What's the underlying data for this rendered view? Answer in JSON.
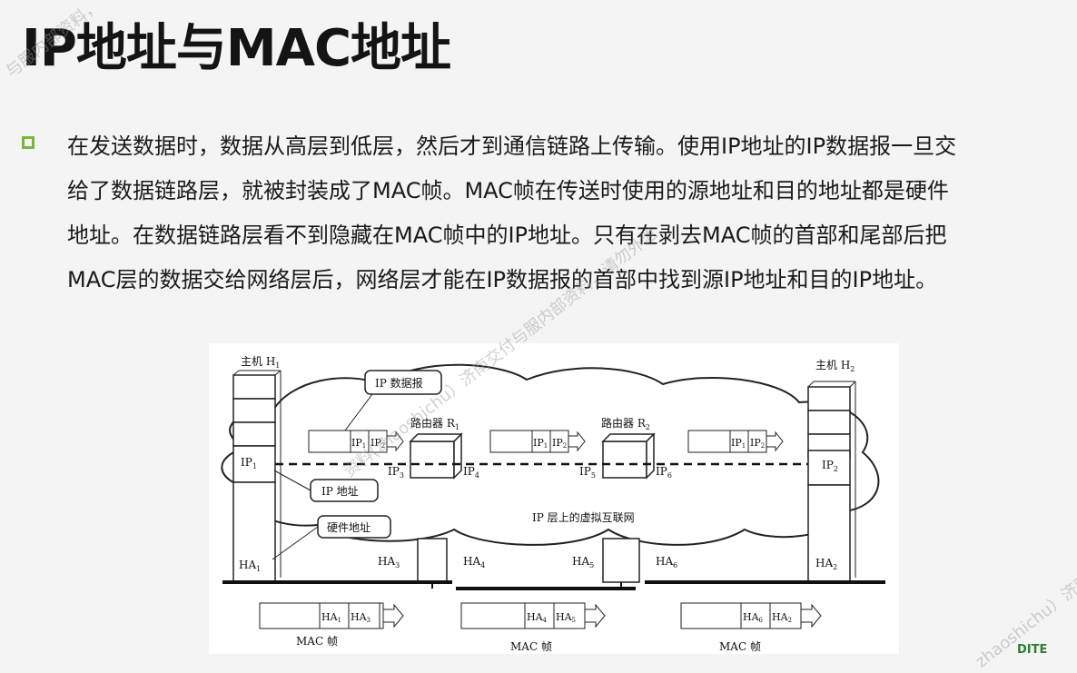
{
  "title": "IP地址与MAC地址",
  "paragraph": {
    "line1": "在发送数据时，数据从高层到低层，然后才到通信链路上传输。使用IP地址的IP数据报一旦交",
    "line2": "给了数据链路层，就被封装成了MAC帧。MAC帧在传送时使用的源地址和目的地址都是硬件",
    "line3": "地址。在数据链路层看不到隐藏在MAC帧中的IP地址。只有在剥去MAC帧的首部和尾部后把",
    "line4": "MAC层的数据交给网络层后，网络层才能在IP数据报的首部中找到源IP地址和目的IP地址。"
  },
  "diagram": {
    "host1": "主机 H",
    "host1_sub": "1",
    "host2": "主机 H",
    "host2_sub": "2",
    "router1": "路由器 R",
    "router1_sub": "1",
    "router2": "路由器 R",
    "router2_sub": "2",
    "callout_ip_datagram": "IP 数据报",
    "callout_ip_address": "IP 地址",
    "callout_hw_address": "硬件地址",
    "cloud_label": "IP 层上的虚拟互联网",
    "ip_labels": {
      "ip1": "IP",
      "ip1_sub": "1",
      "ip2": "IP",
      "ip2_sub": "2",
      "ip3": "IP",
      "ip3_sub": "3",
      "ip4": "IP",
      "ip4_sub": "4",
      "ip5": "IP",
      "ip5_sub": "5",
      "ip6": "IP",
      "ip6_sub": "6"
    },
    "ha_labels": {
      "ha1": "HA",
      "ha1_sub": "1",
      "ha2": "HA",
      "ha2_sub": "2",
      "ha3": "HA",
      "ha3_sub": "3",
      "ha4": "HA",
      "ha4_sub": "4",
      "ha5": "HA",
      "ha5_sub": "5",
      "ha6": "HA",
      "ha6_sub": "6"
    },
    "packets_ip": [
      {
        "a": "IP",
        "a_sub": "1",
        "b": "IP",
        "b_sub": "2"
      },
      {
        "a": "IP",
        "a_sub": "1",
        "b": "IP",
        "b_sub": "2"
      },
      {
        "a": "IP",
        "a_sub": "1",
        "b": "IP",
        "b_sub": "2"
      }
    ],
    "frames_mac": [
      {
        "a": "HA",
        "a_sub": "1",
        "b": "HA",
        "b_sub": "3",
        "caption": "MAC 帧"
      },
      {
        "a": "HA",
        "a_sub": "4",
        "b": "HA",
        "b_sub": "5",
        "caption": "MAC 帧"
      },
      {
        "a": "HA",
        "a_sub": "6",
        "b": "HA",
        "b_sub": "2",
        "caption": "MAC 帧"
      }
    ]
  },
  "watermarks": {
    "wm1": "与服内部资料，",
    "wm2": "资料(zhaoshichu）济南交付与服内部资料，请勿外泄",
    "wm3": "zhaoshichu）济南"
  },
  "corner_logo": "DITE"
}
